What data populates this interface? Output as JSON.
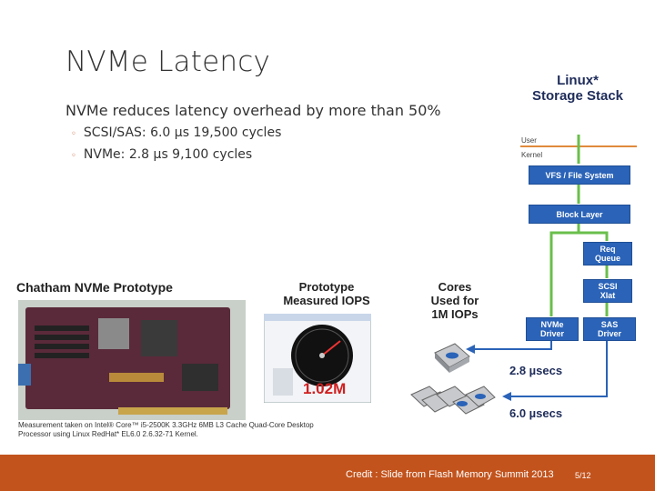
{
  "slide": {
    "title": "NVMe Latency",
    "lead": "NVMe reduces latency overhead by more than 50%",
    "bullets": [
      "SCSI/SAS: 6.0 µs 19,500 cycles",
      "NVMe: 2.8 µs 9,100 cycles"
    ]
  },
  "figure": {
    "stack_title_line1": "Linux*",
    "stack_title_line2": "Storage Stack",
    "user_label": "User",
    "kernel_label": "Kernel",
    "vfs": "VFS / File System",
    "block": "Block Layer",
    "req_line1": "Req",
    "req_line2": "Queue",
    "scsi_line1": "SCSI",
    "scsi_line2": "Xlat",
    "nvme_line1": "NVMe",
    "nvme_line2": "Driver",
    "sas_line1": "SAS",
    "sas_line2": "Driver",
    "prototype_title": "Chatham NVMe Prototype",
    "iops_head_line1": "Prototype",
    "iops_head_line2": "Measured IOPS",
    "cores_head_line1": "Cores",
    "cores_head_line2": "Used for",
    "cores_head_line3": "1M IOPs",
    "iops_value": "1.02M",
    "nvme_latency": "2.8 µsecs",
    "sas_latency": "6.0 µsecs",
    "footnote_line1": "Measurement taken on Intel® Core™ i5-2500K 3.3GHz 6MB L3 Cache Quad-Core Desktop",
    "footnote_line2": "Processor using Linux RedHat* EL6.0 2.6.32-71 Kernel."
  },
  "footer": {
    "credit": "Credit : Slide from Flash Memory Summit 2013",
    "page": "5/12"
  },
  "colors": {
    "accent": "#c2531c",
    "stack_blue": "#2a63b8",
    "arrow_green": "#6abf4b"
  }
}
